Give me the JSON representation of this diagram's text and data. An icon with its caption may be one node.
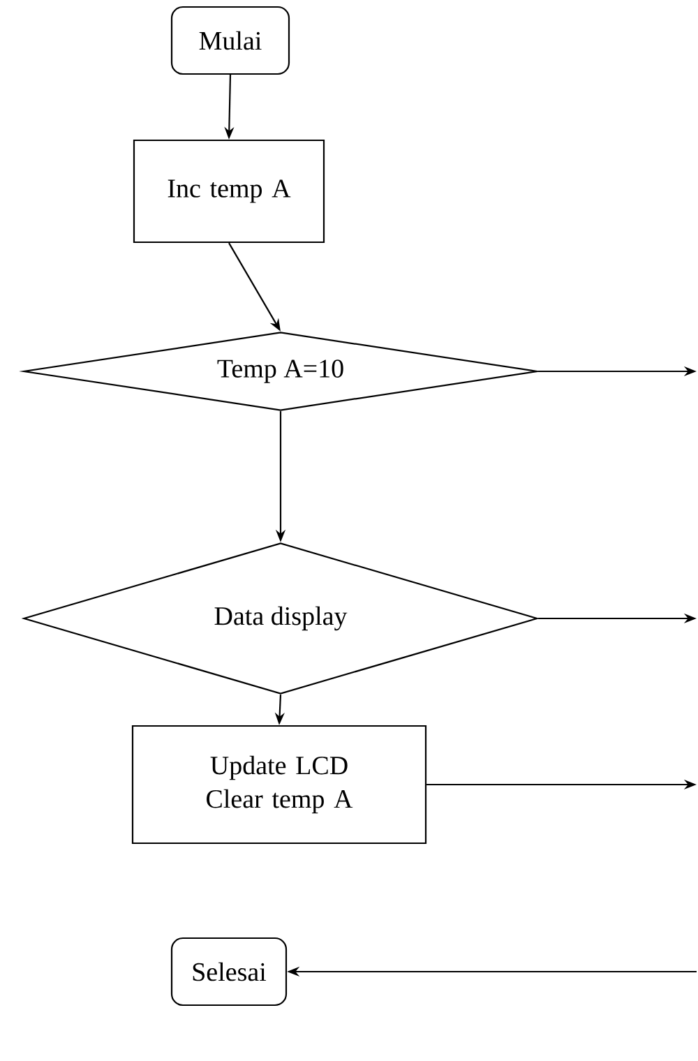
{
  "diagram": {
    "nodes": [
      {
        "text": [
          "Mulai"
        ]
      },
      {
        "text": [
          "Inc temp A"
        ]
      },
      {
        "text": [
          "Temp A=10"
        ]
      },
      {
        "text": [
          "Data display"
        ]
      },
      {
        "text": [
          "Update LCD Clear temp A"
        ]
      },
      {
        "text": [
          "Selesai"
        ]
      }
    ],
    "edges": [
      {
        "from": 0,
        "to": 1,
        "arrow": "to"
      },
      {
        "from": 1,
        "to": 2,
        "arrow": "to"
      },
      {
        "from": 2,
        "to": 3,
        "arrow": "to"
      },
      {
        "from": 3,
        "to": 4,
        "arrow": "to"
      },
      {
        "from": 2,
        "to": null,
        "arrow": "to"
      },
      {
        "from": 3,
        "to": null,
        "arrow": "to"
      },
      {
        "from": 4,
        "to": null,
        "arrow": "to"
      },
      {
        "from": null,
        "to": 5,
        "arrow": "to"
      }
    ]
  }
}
